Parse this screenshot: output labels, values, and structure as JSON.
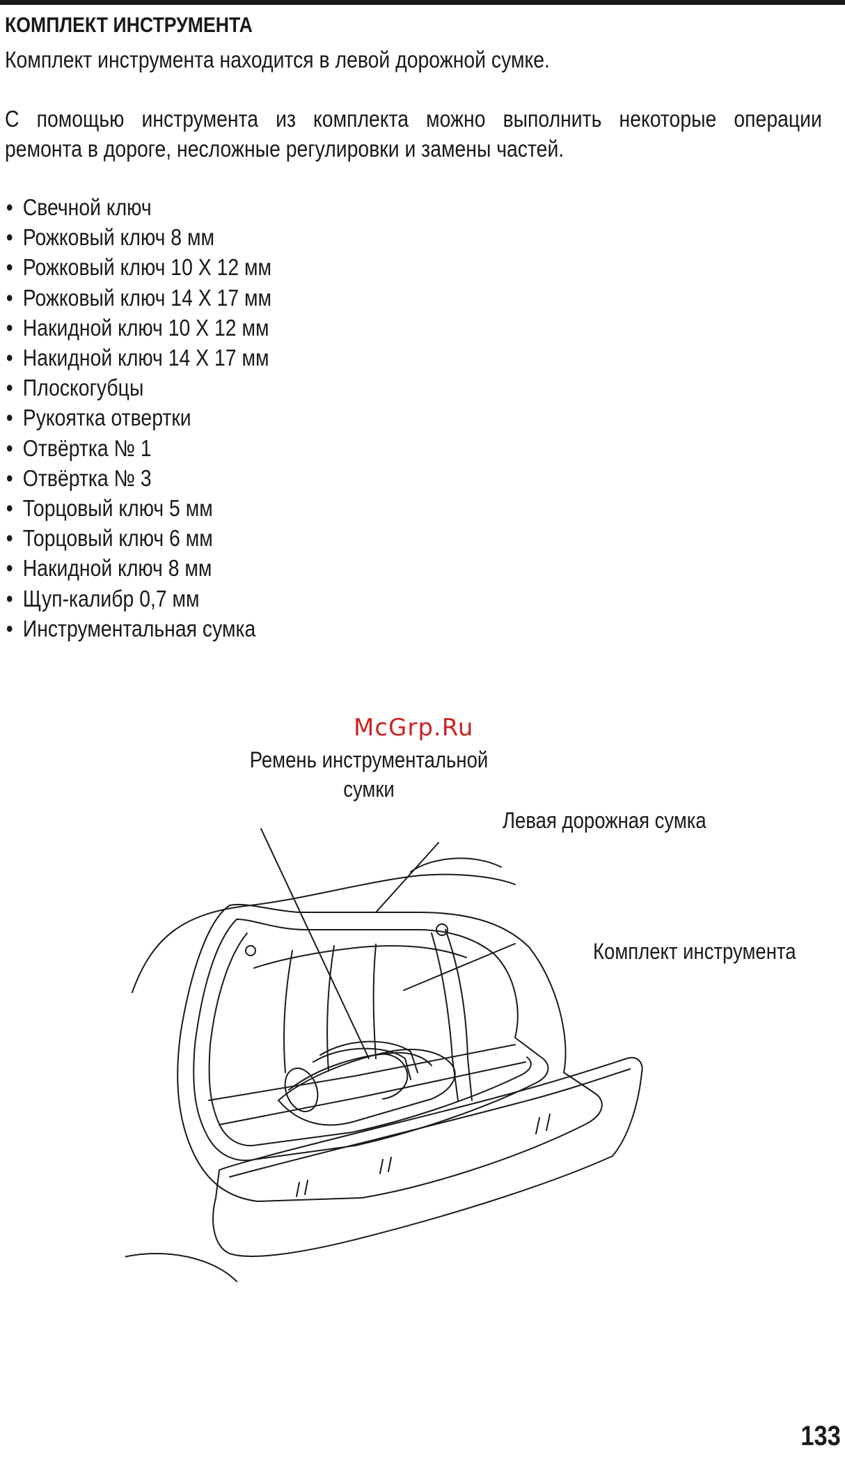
{
  "heading": "КОМПЛЕКТ ИНСТРУМЕНТА",
  "intro": "Комплект инструмента находится в левой дорожной сумке.",
  "description_line1": "С помощью инструмента из комплекта можно выполнить некоторые операции",
  "description_line2": "ремонта в дороге, несложные регулировки и замены частей.",
  "bullet_symbol": "•",
  "tools": [
    "Свечной ключ",
    "Рожковый ключ 8 мм",
    "Рожковый ключ 10 X 12 мм",
    "Рожковый ключ 14 X 17 мм",
    "Накидной ключ 10 X 12 мм",
    "Накидной ключ 14 X 17 мм",
    "Плоскогубцы",
    "Рукоятка отвертки",
    "Отвёртка № 1",
    "Отвёртка № 3",
    "Торцовый ключ 5 мм",
    "Торцовый ключ 6 мм",
    "Накидной ключ 8 мм",
    "Щуп-калибр 0,7 мм",
    "Инструментальная сумка"
  ],
  "watermark": "McGrp.Ru",
  "callouts": {
    "strap_line1": "Ремень инструментальной",
    "strap_line2": "сумки",
    "saddlebag": "Левая дорожная сумка",
    "toolkit": "Комплект инструмента"
  },
  "page_number": "133"
}
